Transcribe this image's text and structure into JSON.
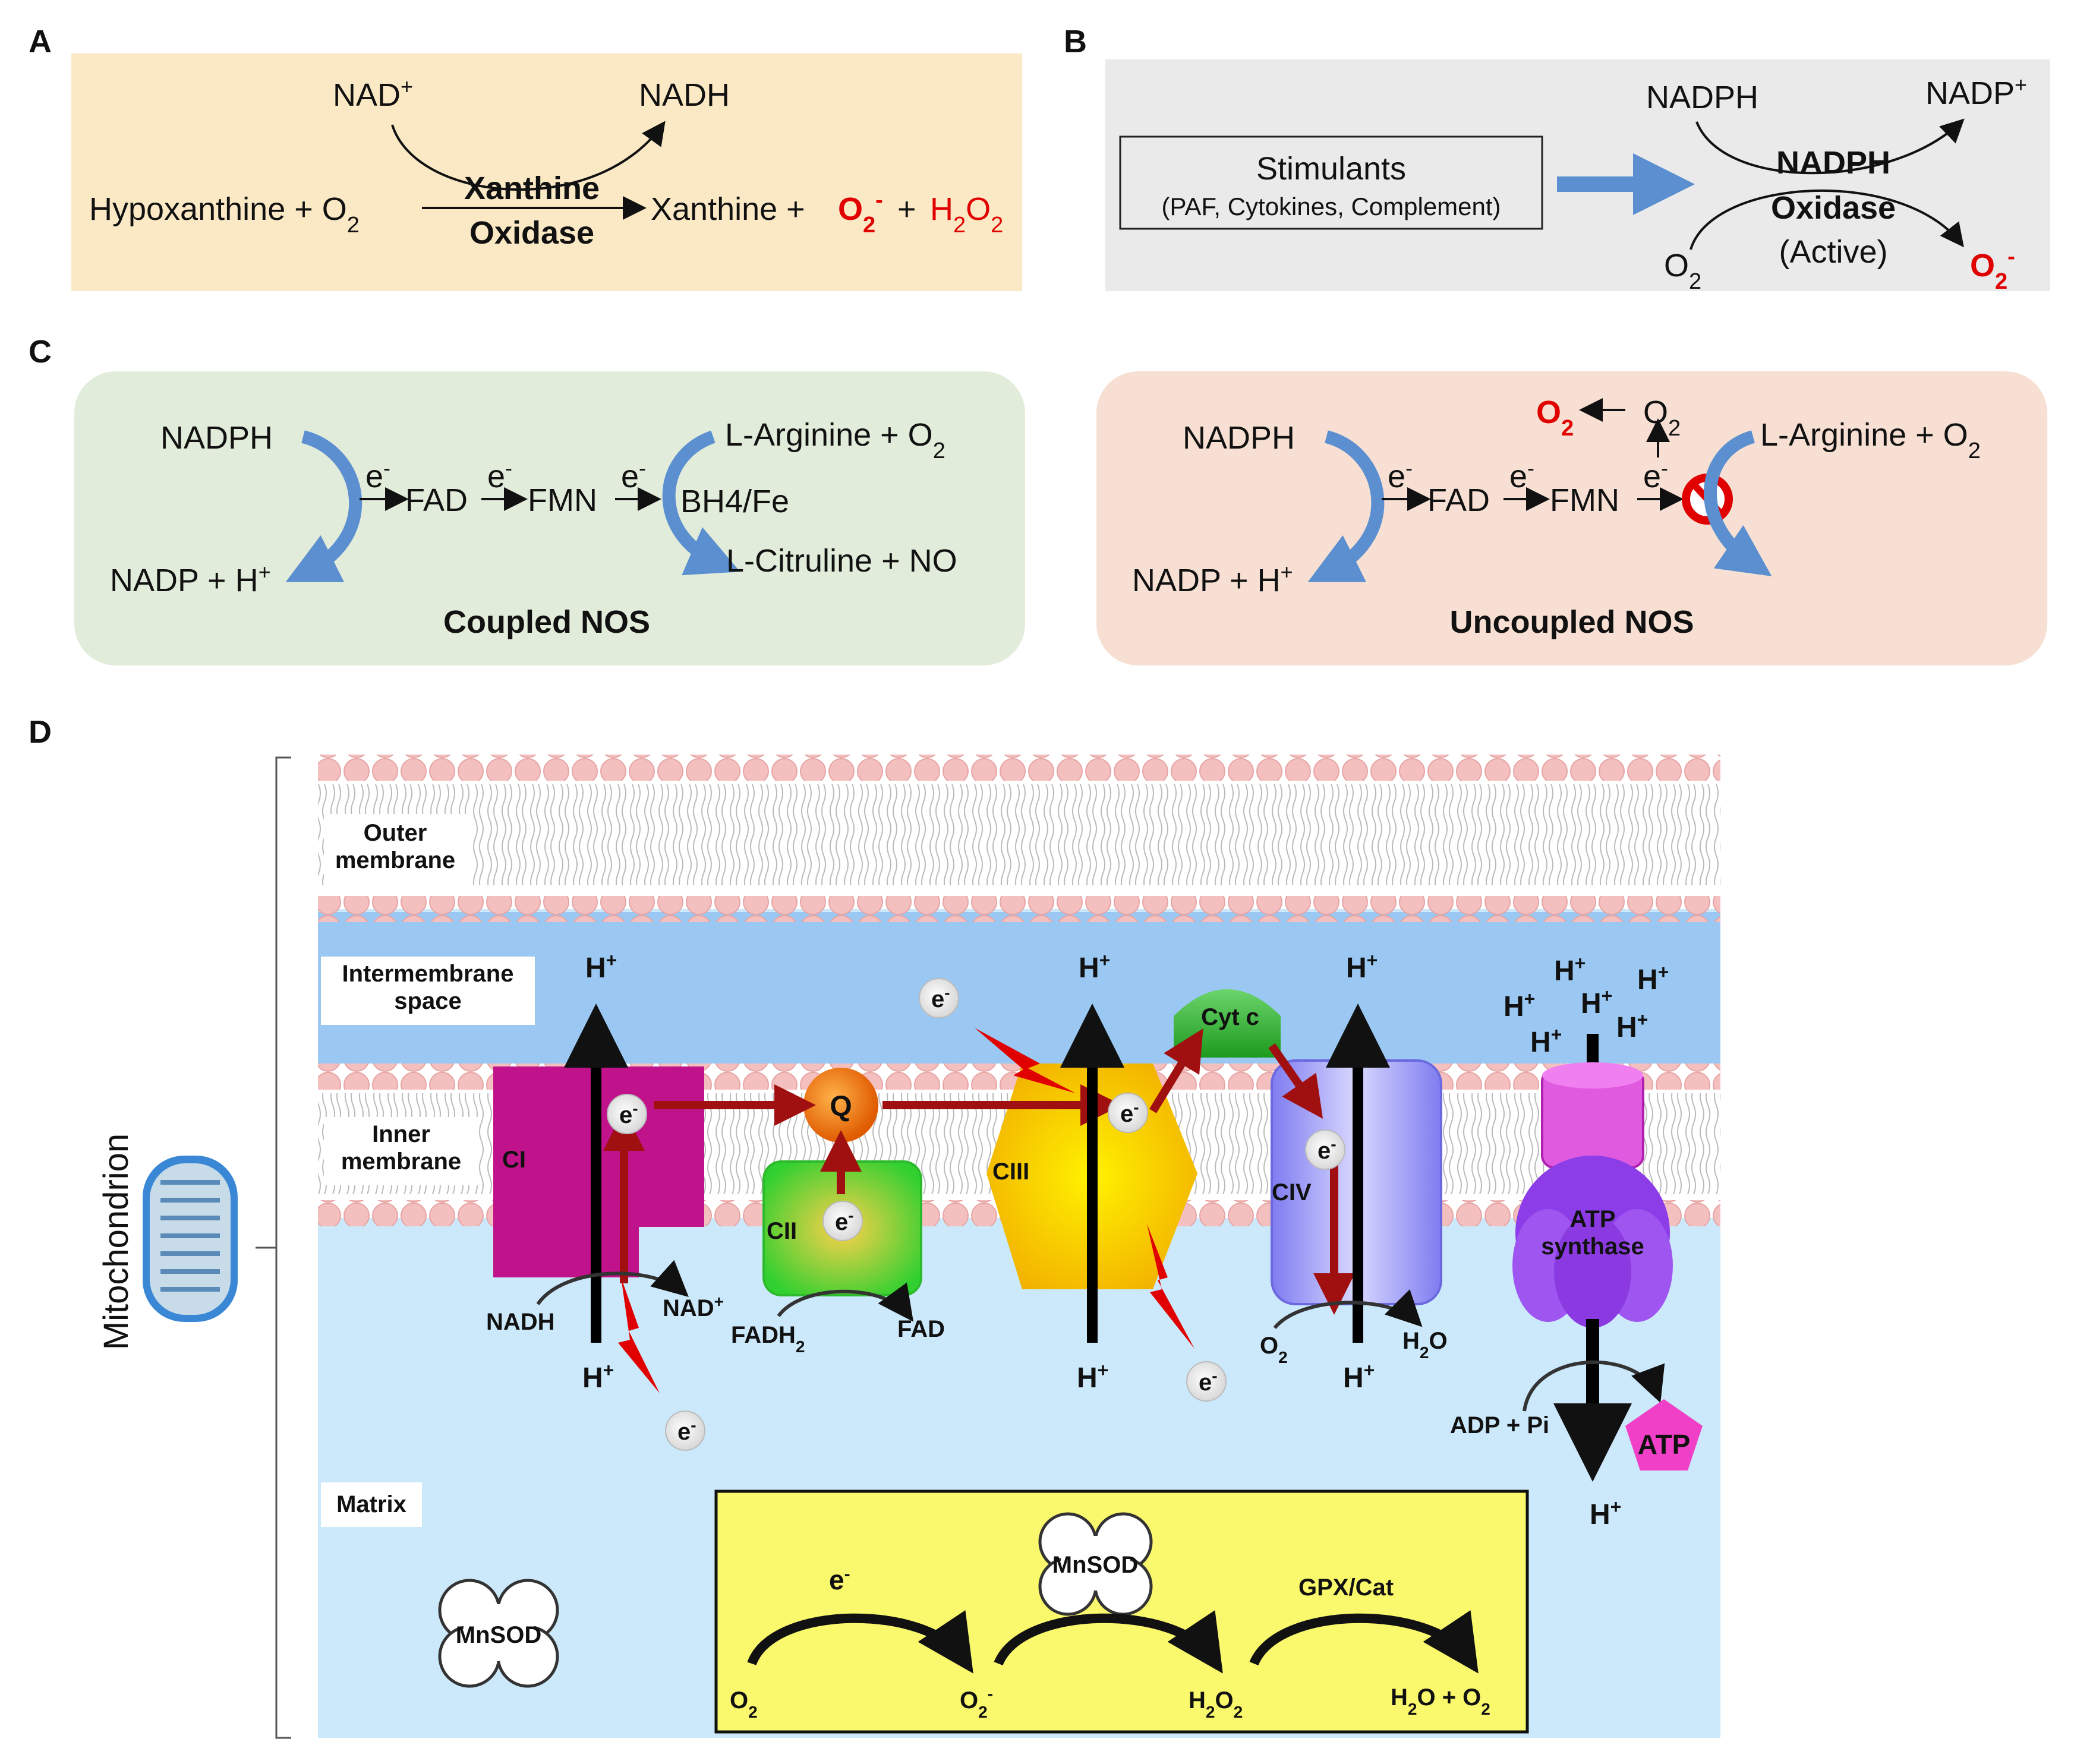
{
  "panels": {
    "a": "A",
    "b": "B",
    "c": "C",
    "d": "D"
  },
  "colors": {
    "panel_a_bg": "#fbe9c6",
    "panel_b_bg": "#eaeaea",
    "panel_c1_bg": "#e2ecda",
    "panel_c2_bg": "#f7e0d3",
    "ims": "#9ac8f2",
    "matrix": "#cce9fb",
    "lipid_head": "#f4c0bf",
    "ci": "#c0128a",
    "cii": "#44d63a",
    "ciii": "#f2c400",
    "civ": "#7f7cf0",
    "atp_synthase": "#8d3de8",
    "atp": "#f040c8",
    "ros_box": "#faf86c",
    "highlight_red": "#e00000",
    "arrow_blue": "#5b8fd0"
  },
  "a": {
    "nad_plus": "NAD+",
    "nadh": "NADH",
    "substrate": "Hypoxanthine + O2",
    "enzyme_line1": "Xanthine",
    "enzyme_line2": "Oxidase",
    "product": "Xanthine +",
    "superoxide": "O2-",
    "plus": "+",
    "h2o2": "H2O2"
  },
  "b": {
    "stimulants_title": "Stimulants",
    "stimulants_detail": "(PAF, Cytokines, Complement)",
    "nadph": "NADPH",
    "nadp_plus": "NADP+",
    "enzyme_line1": "NADPH",
    "enzyme_line2": "Oxidase",
    "enzyme_state": "(Active)",
    "o2": "O2",
    "superoxide": "O2-"
  },
  "c_coupled": {
    "nadph": "NADPH",
    "nadp_h": "NADP + H+",
    "e1": "e-",
    "fad": "FAD",
    "e2": "e-",
    "fmn": "FMN",
    "e3": "e-",
    "cofactor": "BH4/Fe",
    "substrate": "L-Arginine + O2",
    "product": "L-Citruline + NO",
    "title": "Coupled NOS"
  },
  "c_uncoupled": {
    "nadph": "NADPH",
    "nadp_h": "NADP + H+",
    "e1": "e-",
    "fad": "FAD",
    "e2": "e-",
    "fmn": "FMN",
    "e3": "e-",
    "superoxide": "O2",
    "o2": "O2",
    "substrate": "L-Arginine + O2",
    "title": "Uncoupled NOS"
  },
  "d": {
    "side_label": "Mitochondrion",
    "outer_membrane": "Outer\nmembrane",
    "ims": "Intermembrane\nspace",
    "inner_membrane": "Inner\nmembrane",
    "matrix": "Matrix",
    "ci": "CI",
    "cii": "CII",
    "ciii": "CIII",
    "civ": "CIV",
    "q": "Q",
    "cyt_c": "Cyt c",
    "atp_synthase": "ATP\nsynthase",
    "atp": "ATP",
    "adp_pi": "ADP + Pi",
    "nadh": "NADH",
    "nad_plus": "NAD+",
    "fadh2": "FADH2",
    "fad": "FAD",
    "o2": "O2",
    "h2o": "H2O",
    "h_plus": "H+",
    "e_minus": "e-",
    "mnsod": "MnSOD",
    "gpx_cat": "GPX/Cat",
    "ros_o2": "O2",
    "ros_superoxide": "O2-",
    "ros_h2o2": "H2O2",
    "ros_products": "H2O + O2"
  }
}
